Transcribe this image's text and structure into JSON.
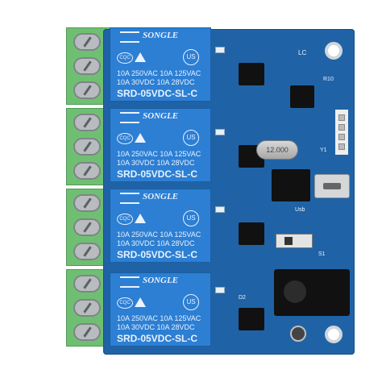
{
  "image": {
    "subject": "4-channel relay module",
    "main_color": "#1f63a6"
  },
  "relays": [
    {
      "brand": "SONGLE",
      "cqc": "CQC",
      "ul": "US",
      "spec_line_1": "10A 250VAC  10A 125VAC",
      "spec_line_2": "10A  30VDC  10A  28VDC",
      "model": "SRD-05VDC-SL-C"
    },
    {
      "brand": "SONGLE",
      "cqc": "CQC",
      "ul": "US",
      "spec_line_1": "10A 250VAC  10A 125VAC",
      "spec_line_2": "10A  30VDC  10A  28VDC",
      "model": "SRD-05VDC-SL-C"
    },
    {
      "brand": "SONGLE",
      "cqc": "CQC",
      "ul": "US",
      "spec_line_1": "10A 250VAC  10A 125VAC",
      "spec_line_2": "10A  30VDC  10A  28VDC",
      "model": "SRD-05VDC-SL-C"
    },
    {
      "brand": "SONGLE",
      "cqc": "CQC",
      "ul": "US",
      "spec_line_1": "10A 250VAC  10A 125VAC",
      "spec_line_2": "10A  30VDC  10A  28VDC",
      "model": "SRD-05VDC-SL-C"
    }
  ],
  "silkscreen": {
    "lc": "LC",
    "y1": "Y1",
    "usb": "Usb",
    "s1": "S1",
    "d2": "D2",
    "r10": "R10"
  },
  "crystal": "12.000"
}
